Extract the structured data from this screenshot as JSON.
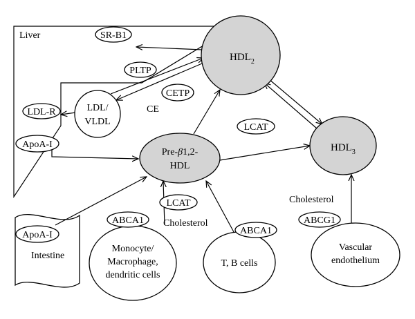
{
  "regions": {
    "liver": "Liver",
    "intestine": "Intestine"
  },
  "nodes": {
    "hdl2": {
      "main": "HDL",
      "sub": "2"
    },
    "hdl3": {
      "main": "HDL",
      "sub": "3"
    },
    "preb_line1_a": "Pre-",
    "preb_beta": "β",
    "preb_line1_b": "1,2-",
    "preb_line2": "HDL",
    "ldl_line1": "LDL/",
    "ldl_line2": "VLDL",
    "monocyte_line1": "Monocyte/",
    "monocyte_line2": "Macrophage,",
    "monocyte_line3": "dendritic cells",
    "tb_cells": "T, B cells",
    "vascular_line1": "Vascular",
    "vascular_line2": "endothelium"
  },
  "badges": {
    "srb1": "SR-B1",
    "pltp": "PLTP",
    "cetp": "CETP",
    "ldlr": "LDL-R",
    "apoa1_liver": "ApoA-I",
    "lcat_center": "LCAT",
    "lcat_lower": "LCAT",
    "abca1_left": "ABCA1",
    "abca1_right": "ABCA1",
    "abcg1": "ABCG1",
    "apoa1_intestine": "ApoA-I"
  },
  "labels": {
    "ce": "CE",
    "cholesterol_center": "Cholesterol",
    "cholesterol_right": "Cholesterol"
  }
}
